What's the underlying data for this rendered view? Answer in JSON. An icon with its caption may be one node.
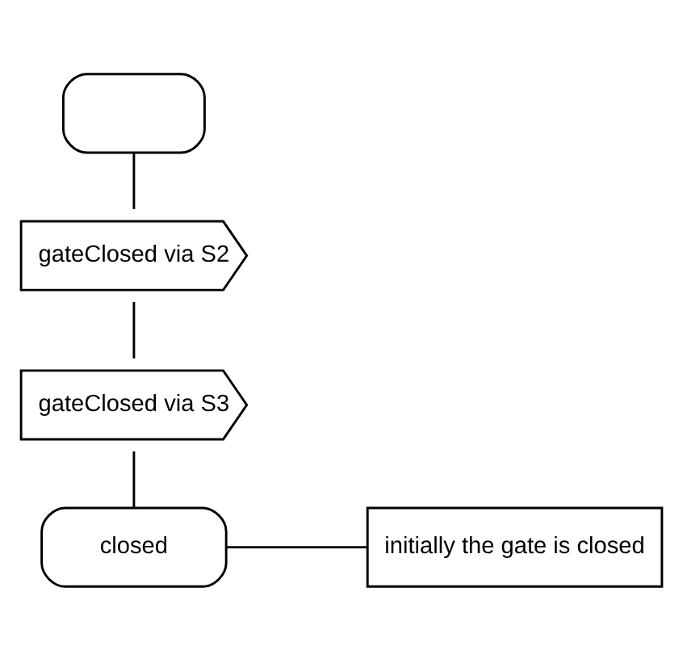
{
  "diagram": {
    "nodes": [
      {
        "text": [],
        "shape": "box"
      },
      {
        "text": [
          "gateClosed via S2"
        ]
      },
      {
        "text": [
          "gateClosed via S3"
        ]
      },
      {
        "text": [
          "closed"
        ]
      },
      {
        "text": [
          "initially the gate is closed"
        ]
      }
    ],
    "edges": [
      {
        "from": 0,
        "to": 1,
        "arrow": "none"
      },
      {
        "from": 1,
        "to": 2,
        "arrow": "none"
      },
      {
        "from": 2,
        "to": 3,
        "arrow": "none"
      },
      {
        "from": 3,
        "to": 4,
        "arrow": "none"
      }
    ]
  }
}
